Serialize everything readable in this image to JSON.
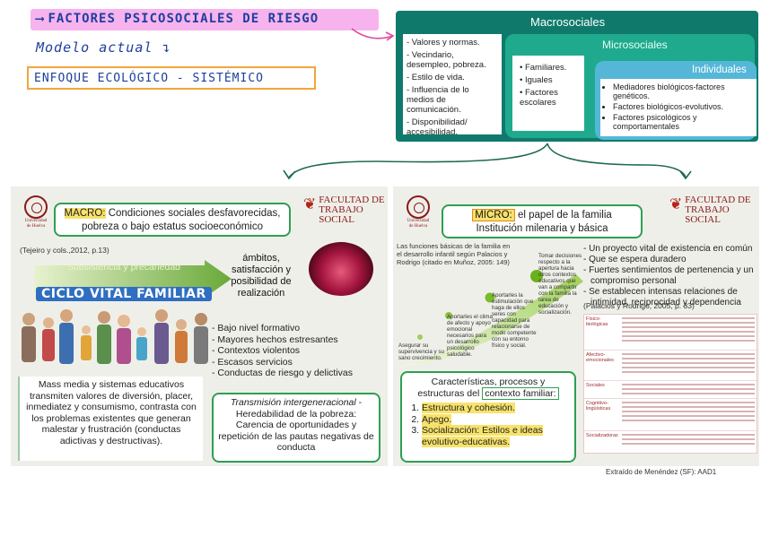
{
  "notes": {
    "title": "FACTORES PSICOSOCIALES DE RIESGO",
    "model_label": "Modelo actual",
    "approach": "ENFOQUE ECOLÓGICO - SISTÉMICO"
  },
  "systemic_model": {
    "macro": {
      "title": "Macrosociales",
      "items": [
        "- Valores y normas.",
        "- Vecindario, desempleo, pobreza.",
        "- Estilo de vida.",
        "- Influencia de lo medios de comunicación.",
        "- Disponibilidad/ accesibilidad."
      ]
    },
    "micro": {
      "title": "Microsociales",
      "items": [
        "Familiares.",
        "Iguales",
        "Factores escolares"
      ]
    },
    "individual": {
      "title": "Individuales",
      "items": [
        "Mediadores biológicos-factores genéticos.",
        "Factores biológicos-evolutivos.",
        "Factores psicológicos y comportamentales"
      ]
    }
  },
  "logos": {
    "university": [
      "Universidad",
      "de Huelva"
    ],
    "faculty": [
      "FACULTAD DE",
      "TRABAJO SOCIAL"
    ]
  },
  "slide_macro": {
    "title_tag": "MACRO:",
    "title_rest": "Condiciones sociales desfavorecidas,",
    "title_line2": "pobreza o bajo estatus socioeconómico",
    "citation": "(Tejeiro y cols.,2012, p.13)",
    "arrow_label": "Subsistencia y precariedad",
    "scope": "ámbitos, satisfacción y posibilidad de realización",
    "life_cycle": "CICLO VITAL FAMILIAR",
    "factors": [
      "Bajo nivel formativo",
      "Mayores hechos estresantes",
      "Contextos violentos",
      "Escasos servicios",
      "Conductas de riesgo y delictivas"
    ],
    "media_text": "Mass media y sistemas educativos transmiten valores de diversión, placer, inmediatez y consumismo, contrasta con los problemas existentes que generan malestar y frustración (conductas adictivas y destructivas).",
    "transmission_title": "Transmisión intergeneracional",
    "transmission_text": "- Heredabilidad de la pobreza: Carencia de oportunidades y repetición de las pautas negativas de conducta"
  },
  "slide_micro": {
    "title_tag": "MICRO:",
    "title_rest": "el papel de la familia",
    "title_line2": "Institución milenaria y básica",
    "functions_title": "Las funciones básicas de la familia en el desarrollo infantil según Palacios y Rodrigo (citado en Muñoz, 2005: 149)",
    "stairs": [
      "Asegurar su supervivencia y su sano crecimiento.",
      "Aportarles el clima de afecto y apoyo emocional necesarios para un desarrollo psicológico saludable.",
      "Aportarles la estimulación que haga de ellos seres con capacidad para relacionarse de modo competente con su entorno físico y social.",
      "Tomar decisiones respecto a la apertura hacia otros contextos educativos que van a compartir con la familia la tarea de educación y socialización."
    ],
    "traits": [
      "Un proyecto vital de existencia en común",
      "Que se espera duradero",
      "Fuertes sentimientos de pertenencia y un compromiso personal",
      "Se establecen intensas relaciones de intimidad, reciprocidad y dependencia"
    ],
    "citation": "(Palacios y Rodrigo, 2005, p. 33)",
    "table_rows": [
      "Físico-biológicas",
      "Afectivo-emocionales",
      "Sociales",
      "Cognitivo-lingüísticas",
      "Socializadoras"
    ],
    "context_heading_pre": "Características, procesos y estructuras del",
    "context_heading_key": "contexto familiar:",
    "context_items": [
      "Estructura y cohesión.",
      "Apego.",
      "Socialización: Estilos e ideas evolutivo-educativas."
    ],
    "extract_caption": "Extraído de Menéndez (SF): AAD1"
  }
}
